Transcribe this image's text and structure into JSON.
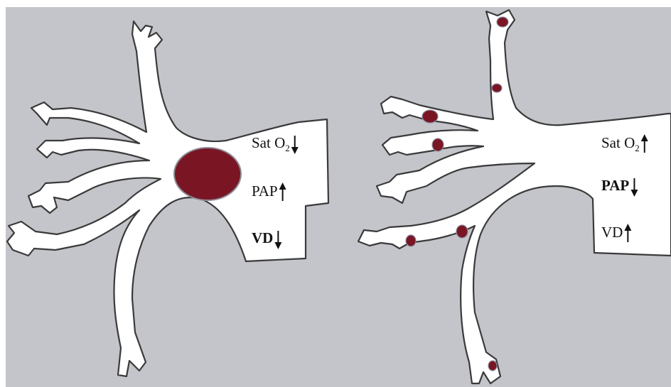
{
  "colors": {
    "background": "#c3c5ca",
    "vessel_fill": "#ffffff",
    "vessel_outline": "#3a3a3a",
    "clot": "#7a1624",
    "clot_border": "#8c8c96"
  },
  "left_panel": {
    "indicators": [
      {
        "text": "Sat O",
        "subscript": "2",
        "direction": "down",
        "bold": false
      },
      {
        "text": "PAP",
        "subscript": "",
        "direction": "up",
        "bold": false
      },
      {
        "text": "VD",
        "subscript": "",
        "direction": "down",
        "bold": true
      }
    ]
  },
  "right_panel": {
    "indicators": [
      {
        "text": "Sat O",
        "subscript": "2",
        "direction": "up",
        "bold": false
      },
      {
        "text": "PAP",
        "subscript": "",
        "direction": "down",
        "bold": true
      },
      {
        "text": "VD",
        "subscript": "",
        "direction": "up",
        "bold": false
      }
    ]
  }
}
